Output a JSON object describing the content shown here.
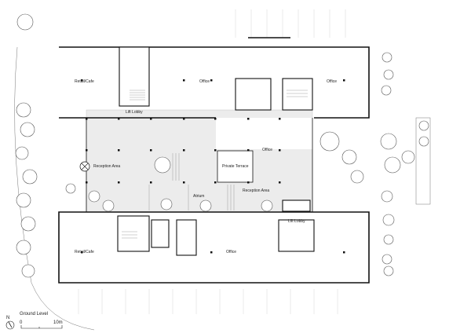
{
  "title": "Ground Level",
  "scale": {
    "start": "0",
    "end": "10m"
  },
  "north": "N",
  "rooms": {
    "retail_top": "Retail/Cafe",
    "office_top_mid": "Office",
    "office_top_right": "Office",
    "lift_lobby_top": "Lift Lobby",
    "office_center": "Office",
    "reception_left": "Reception Area",
    "private_terrace": "Private Terrace",
    "atrium": "Atrium",
    "reception_right": "Reception Area",
    "lift_lobby_bottom": "Lift Lobby",
    "retail_bottom": "Retail/Cafe",
    "office_bottom": "Office"
  }
}
